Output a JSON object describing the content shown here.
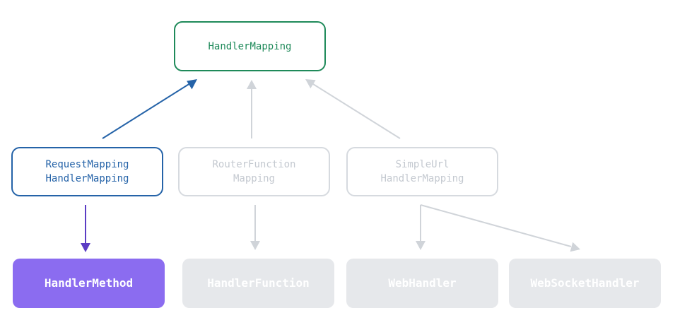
{
  "nodes": {
    "handler_mapping": "HandlerMapping",
    "request_mapping": {
      "line1": "RequestMapping",
      "line2": "HandlerMapping"
    },
    "router_function": {
      "line1": "RouterFunction",
      "line2": "Mapping"
    },
    "simple_url": {
      "line1": "SimpleUrl",
      "line2": "HandlerMapping"
    },
    "handler_method": "HandlerMethod",
    "handler_function": "HandlerFunction",
    "web_handler": "WebHandler",
    "websocket_handler": "WebSocketHandler"
  },
  "colors": {
    "green": "#1f8a5a",
    "blue": "#2563a8",
    "purple": "#8b6cf0",
    "purple_arrow": "#5b3cc4",
    "gray_line": "#d0d4d9",
    "gray_fill": "#e6e8eb"
  },
  "edges": [
    {
      "from": "RequestMapping HandlerMapping",
      "to": "HandlerMapping",
      "style": "blue"
    },
    {
      "from": "RouterFunction Mapping",
      "to": "HandlerMapping",
      "style": "gray"
    },
    {
      "from": "SimpleUrl HandlerMapping",
      "to": "HandlerMapping",
      "style": "gray"
    },
    {
      "from": "RequestMapping HandlerMapping",
      "to": "HandlerMethod",
      "style": "purple"
    },
    {
      "from": "RouterFunction Mapping",
      "to": "HandlerFunction",
      "style": "gray"
    },
    {
      "from": "SimpleUrl HandlerMapping",
      "to": "WebHandler",
      "style": "gray"
    },
    {
      "from": "SimpleUrl HandlerMapping",
      "to": "WebSocketHandler",
      "style": "gray"
    }
  ]
}
